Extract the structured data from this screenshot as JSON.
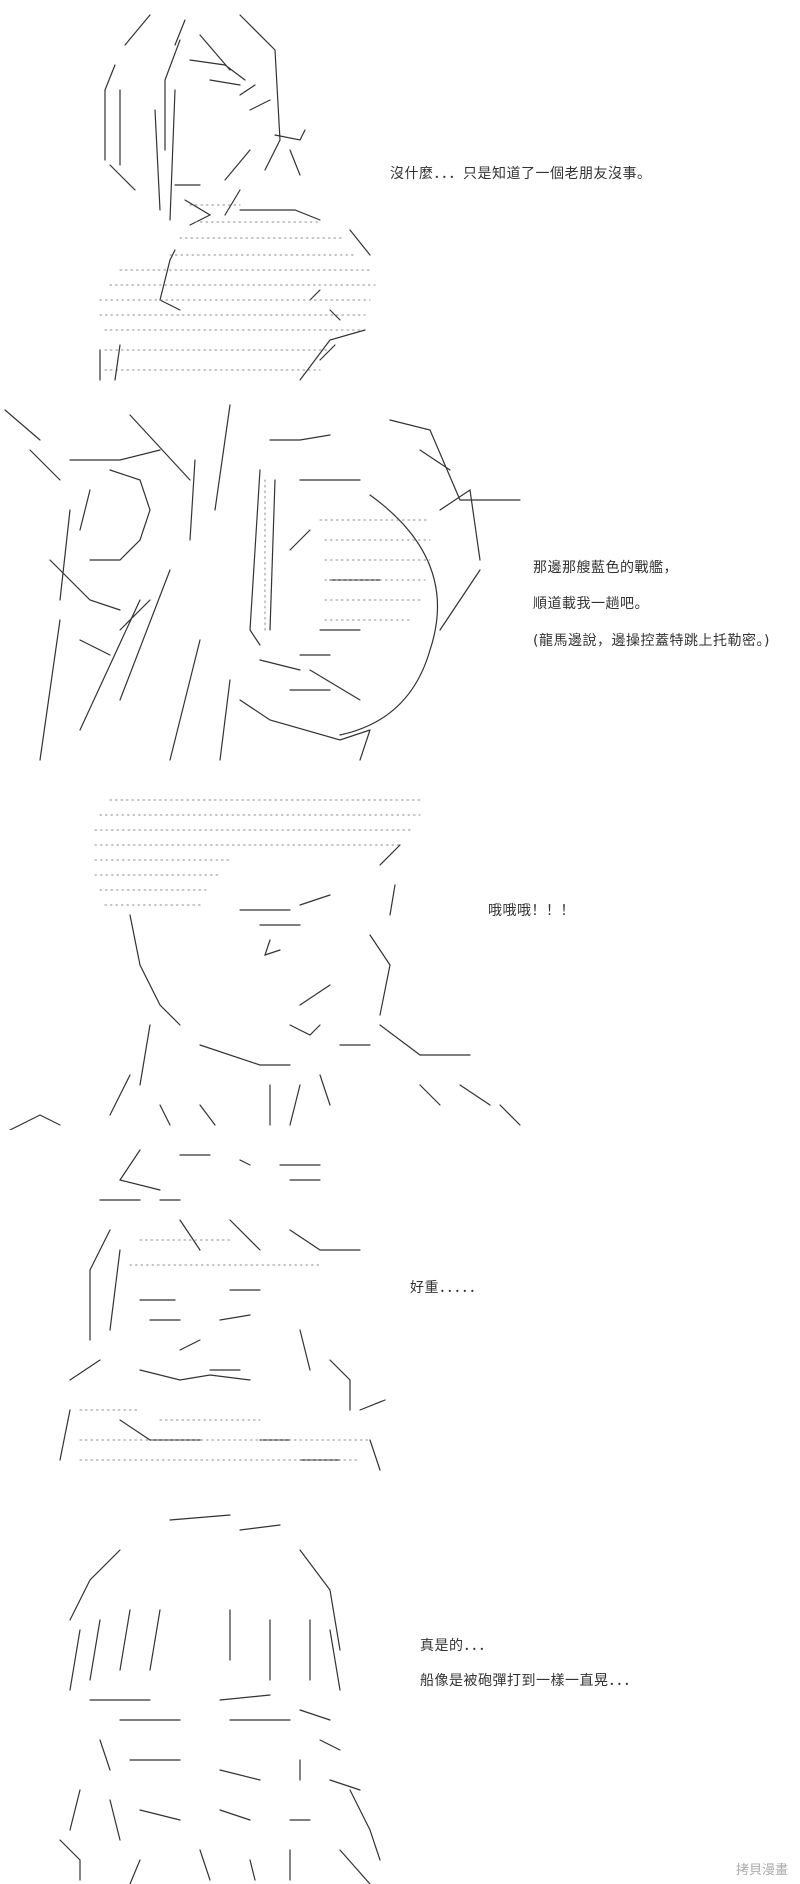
{
  "panels": [
    {
      "lines": [
        "沒什麼．．．只是知道了一個老朋友沒事。"
      ]
    },
    {
      "lines": [
        "那邊那艘藍色的戰艦，",
        "順道載我一趟吧。",
        "(龍馬邊說，邊操控蓋特跳上托勒密。)"
      ]
    },
    {
      "lines": [
        "哦哦哦！！！"
      ]
    },
    {
      "lines": [
        "好重．．．．．"
      ]
    },
    {
      "lines": [
        "真是的．．．",
        "船像是被砲彈打到一樣一直晃．．．"
      ]
    }
  ],
  "watermark": "拷貝漫畫"
}
